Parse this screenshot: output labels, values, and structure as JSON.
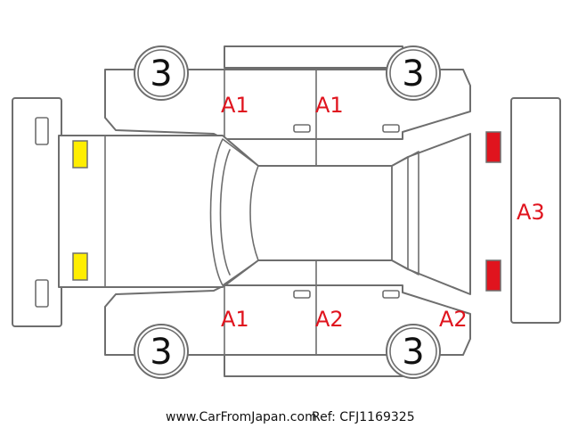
{
  "colors": {
    "outline": "#6e6e6e",
    "damage_code": "#e0141e",
    "front_marker": "#ffee00",
    "rear_marker": "#e0141e"
  },
  "tire_labels": {
    "top_left": "3",
    "top_right": "3",
    "bottom_left": "3",
    "bottom_right": "3"
  },
  "damage_codes": {
    "top_front_door": "A1",
    "top_rear_door": "A1",
    "bottom_front_fender": "A1",
    "bottom_rear_door": "A2",
    "bottom_rear_quarter": "A2",
    "rear_bumper": "A3"
  },
  "footer": {
    "site": "www.CarFromJapan.com",
    "ref": "Ref: CFJ1169325"
  }
}
